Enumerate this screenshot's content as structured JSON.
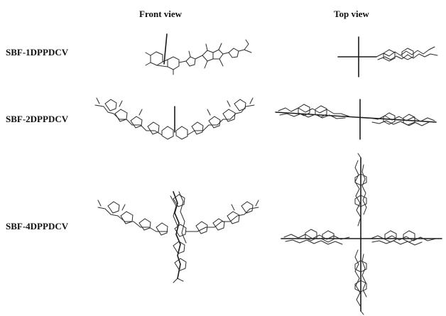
{
  "column_headers": {
    "front": "Front view",
    "top": "Top view"
  },
  "rows": [
    {
      "label": "SBF-1DPPDCV"
    },
    {
      "label": "SBF-2DPPDCV"
    },
    {
      "label": "SBF-4DPPDCV"
    }
  ],
  "colors": {
    "ink": "#2a2a2a",
    "background": "#ffffff"
  }
}
